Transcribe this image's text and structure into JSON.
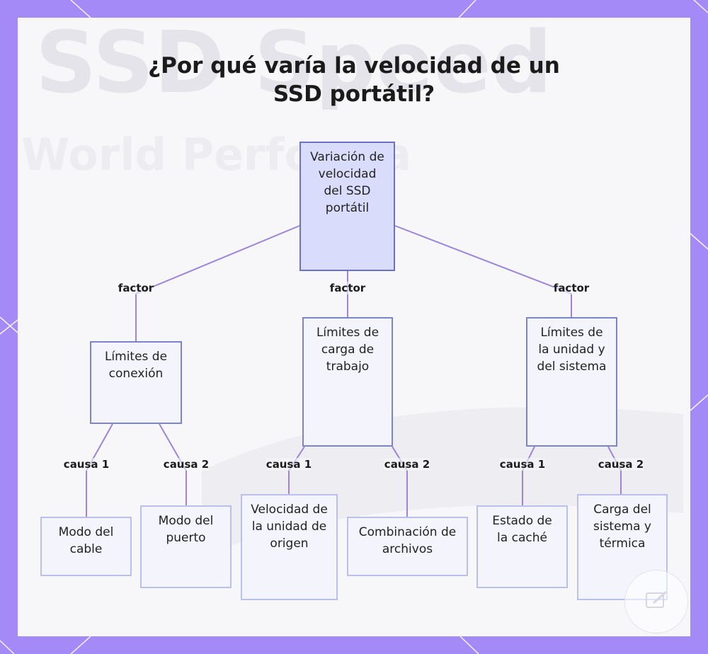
{
  "title": {
    "line1": "¿Por qué varía la velocidad de un",
    "line2": "SSD portátil?"
  },
  "background_watermark": {
    "line1": "SSD Speed",
    "line2": "World Performa"
  },
  "colors": {
    "frame": "#a48af6",
    "card": "#f7f7fa",
    "edge": "#9b84d9",
    "root_fill": "#d9dcfb",
    "root_border": "#6b71c9",
    "node_fill": "#f4f5fc",
    "node_border": "#b9c0ec"
  },
  "nodes": {
    "root": "Variación de velocidad del SSD portátil",
    "connection": "Límites de conexión",
    "workload": "Límites de carga de trabajo",
    "system": "Límites de la unidad y del sistema",
    "cable": "Modo del cable",
    "port": "Modo del puerto",
    "source": "Velocidad de la unidad de origen",
    "files": "Combinación de archivos",
    "cache": "Estado de la caché",
    "thermal": "Carga del sistema y térmica"
  },
  "edge_labels": {
    "factor_left": "factor",
    "factor_center": "factor",
    "factor_right": "factor",
    "conn_cause1": "causa 1",
    "conn_cause2": "causa 2",
    "work_cause1": "causa 1",
    "work_cause2": "causa 2",
    "sys_cause1": "causa 1",
    "sys_cause2": "causa 2"
  },
  "icons": {
    "corner_badge": "edit-icon"
  }
}
